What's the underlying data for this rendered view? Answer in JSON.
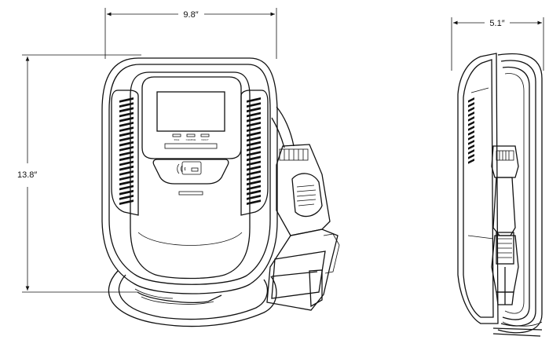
{
  "dimensions": {
    "width": "9.8″",
    "height": "13.8″",
    "depth": "5.1″"
  },
  "front_view": {
    "status_labels": [
      "IDLE",
      "CHARGE",
      "FAULT"
    ],
    "card_icon": "rfid-card-icon"
  },
  "colors": {
    "line": "#111111",
    "background": "#ffffff"
  }
}
